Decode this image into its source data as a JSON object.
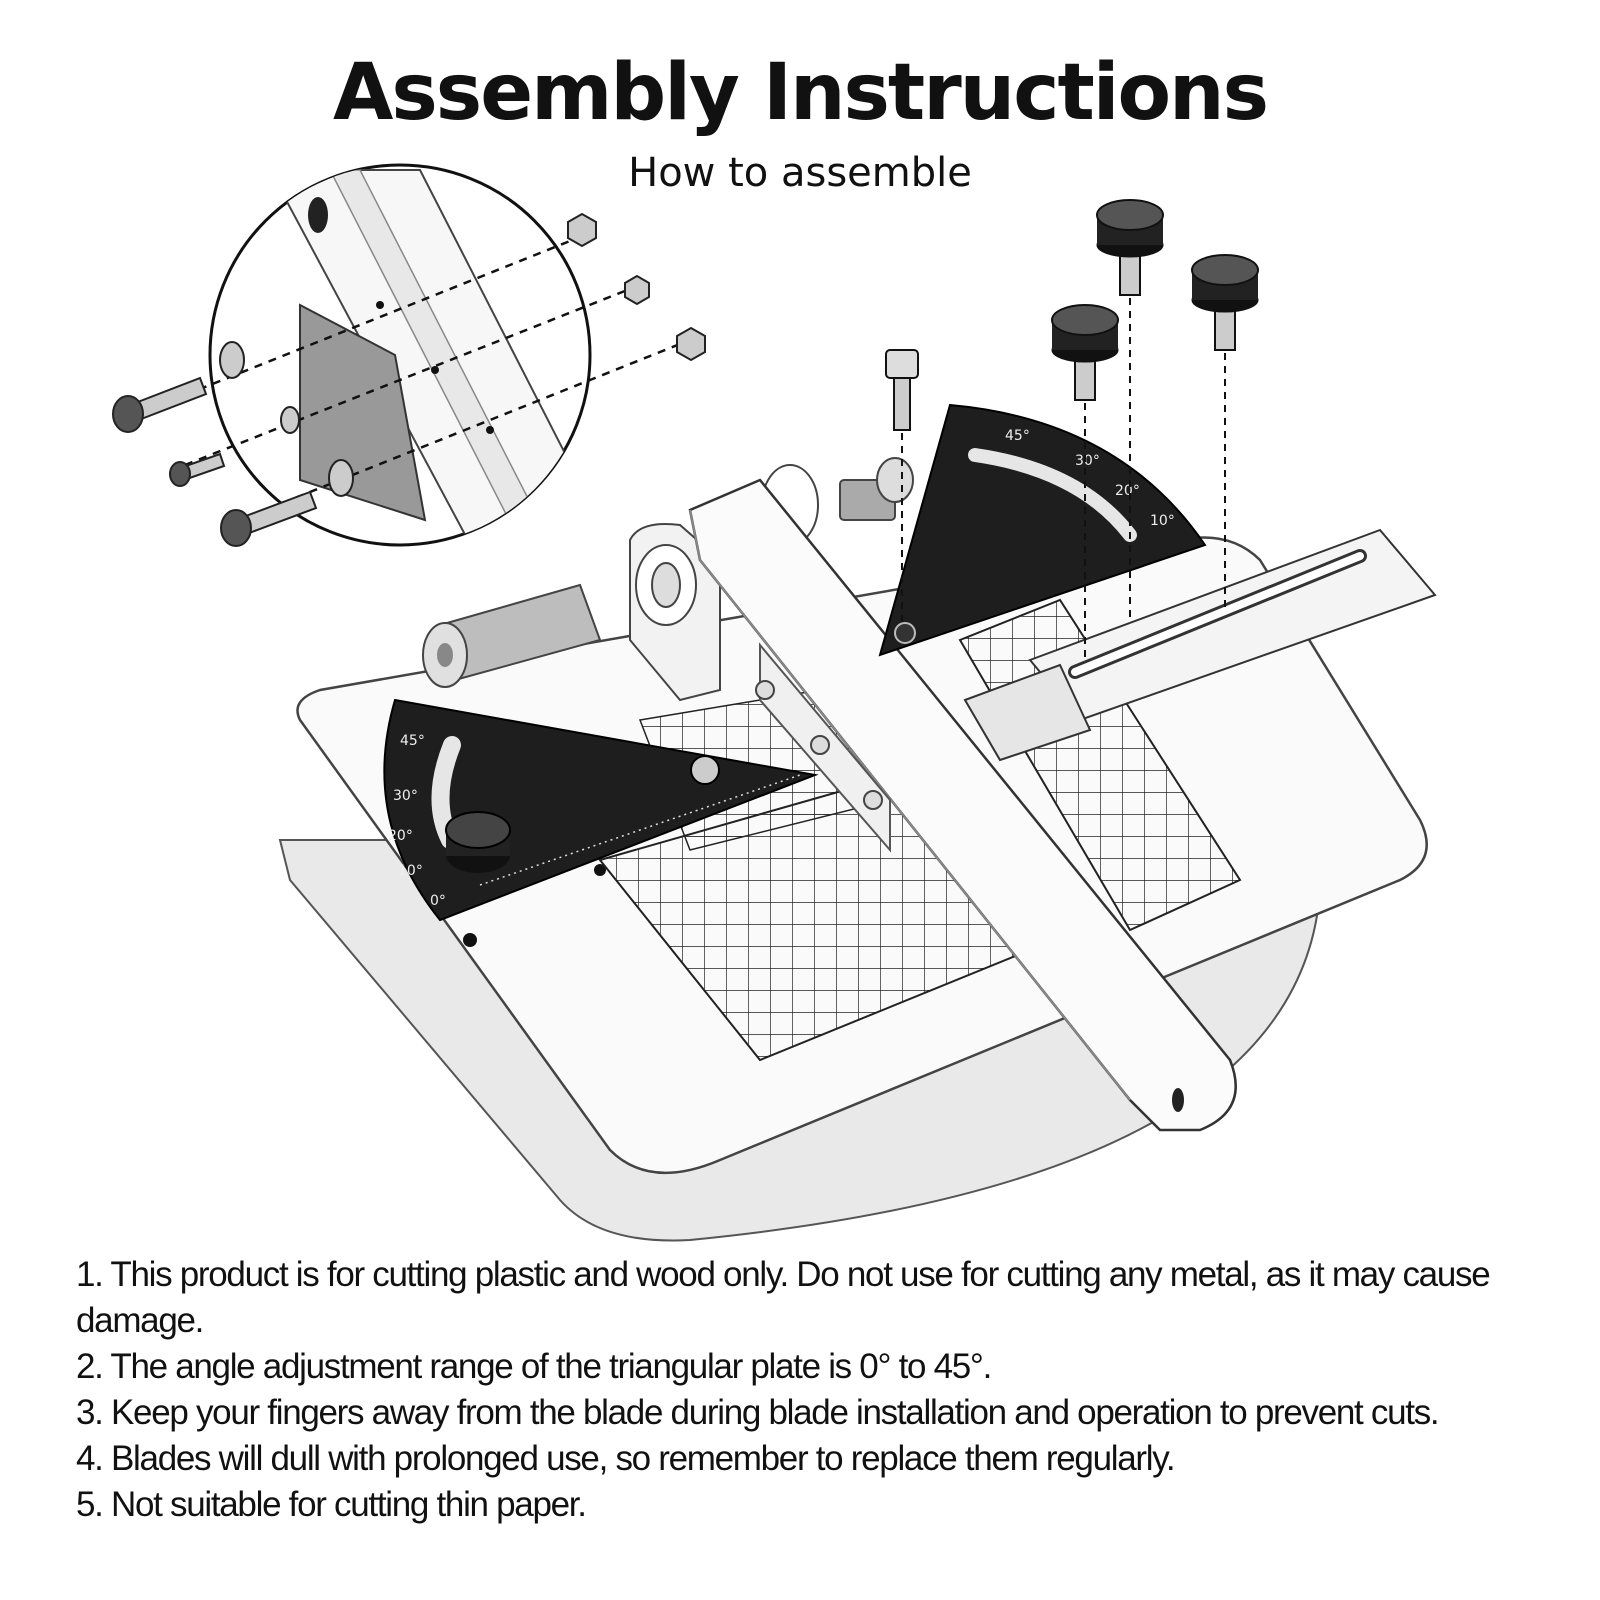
{
  "header": {
    "title": "Assembly Instructions",
    "subtitle": "How to assemble"
  },
  "protractor_labels": {
    "upper": [
      "45°",
      "30°",
      "20°",
      "10°"
    ],
    "lower": [
      "45°",
      "30°",
      "20°",
      "10°",
      "0°"
    ]
  },
  "notes": [
    "1. This product is for cutting plastic and wood only. Do not use for cutting any metal, as it may cause damage.",
    "2. The angle adjustment range of the triangular plate is 0° to 45°.",
    "3. Keep your fingers away from the blade during blade installation and operation to prevent cuts.",
    "4. Blades will dull with prolonged use, so remember to replace them regularly.",
    "5. Not suitable for cutting thin paper."
  ]
}
